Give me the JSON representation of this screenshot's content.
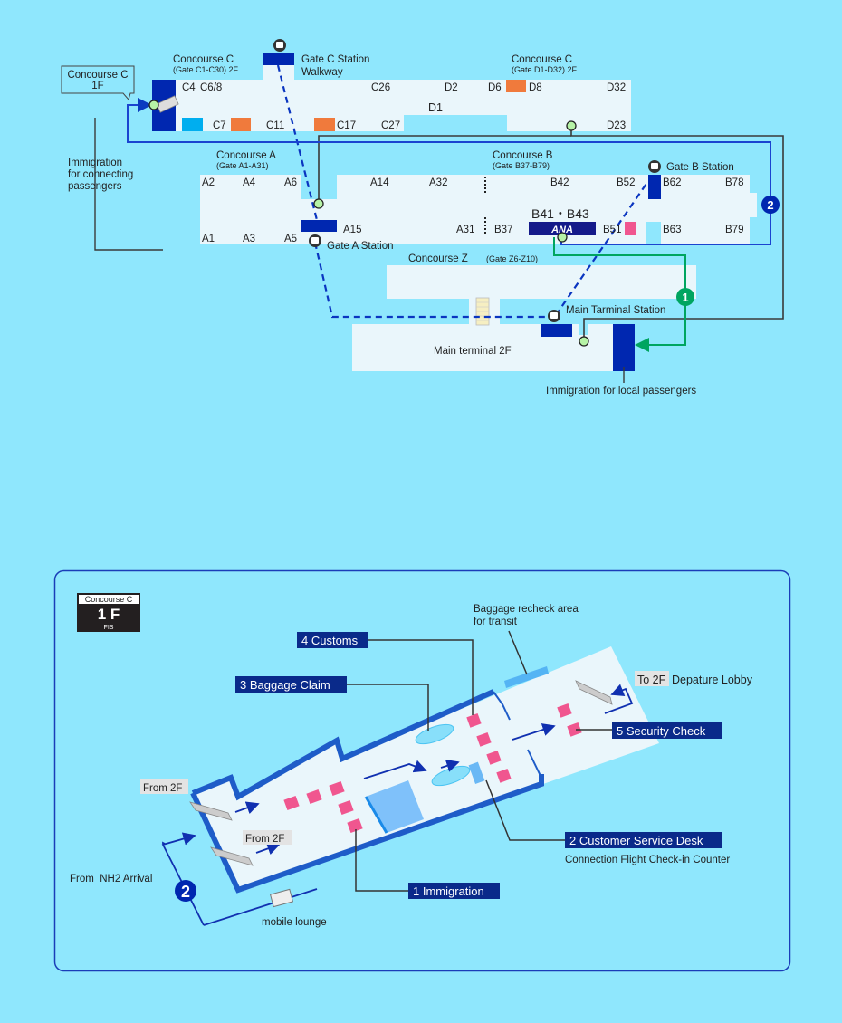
{
  "top_map": {
    "callout_c1f": [
      "Concourse C",
      "1F"
    ],
    "concourse_c_left": {
      "title": "Concourse C",
      "sub": "(Gate C1-C30) 2F"
    },
    "concourse_c_right": {
      "title": "Concourse C",
      "sub": "(Gate D1-D32) 2F"
    },
    "gate_c_station": [
      "Gate C Station",
      "Walkway"
    ],
    "gates_c_top": [
      "C4",
      "C6/8",
      "C26",
      "D2",
      "D6",
      "D8",
      "D32"
    ],
    "gates_c_bottom": [
      "C7",
      "C11",
      "C17",
      "C27",
      "D23"
    ],
    "d1": "D1",
    "immigration_connecting": [
      "Immigration",
      "for connecting",
      "passengers"
    ],
    "concourse_a": {
      "title": "Concourse A",
      "sub": "(Gate A1-A31)"
    },
    "concourse_b": {
      "title": "Concourse B",
      "sub": "(Gate B37-B79)"
    },
    "gates_a_top": [
      "A2",
      "A4",
      "A6",
      "A14",
      "A32",
      "B42",
      "B52",
      "B62",
      "B78"
    ],
    "gates_a_bottom": [
      "A1",
      "A3",
      "A5",
      "A15",
      "A31",
      "B37",
      "B51",
      "B63",
      "B79"
    ],
    "b41_b43": "B41・B43",
    "ana_logo": "ANA",
    "gate_a_station": "Gate A Station",
    "gate_b_station": "Gate B Station",
    "concourse_z": {
      "title": "Concourse Z",
      "sub": "(Gate Z6-Z10)"
    },
    "main_station": "Main Tarminal Station",
    "main_terminal": "Main terminal 2F",
    "immigration_local": "Immigration for local passengers",
    "route_1": "1",
    "route_2": "2"
  },
  "floor_plan": {
    "badge": {
      "top": "Concourse C",
      "floor": "1 F",
      "sub": "FIS"
    },
    "steps": {
      "customs": "4 Customs",
      "baggage_claim": "3 Baggage Claim",
      "immigration": "1 Immigration",
      "service_desk": "2 Customer Service Desk",
      "security": "5 Security Check"
    },
    "service_desk_sub": "Connection Flight Check-in Counter",
    "recheck": [
      "Baggage recheck area",
      "for transit"
    ],
    "to_2f": "To 2F",
    "departure_lobby": "Depature Lobby",
    "from_2f_a": "From 2F",
    "from_2f_b": "From 2F",
    "from_nh2": "From  NH2 Arrival",
    "route_2": "2",
    "mobile_lounge": "mobile lounge"
  },
  "colors": {
    "bg": "#8FE7FD",
    "floor": "#EAF6FB",
    "navy": "#0027B0",
    "green": "#00A560",
    "orange": "#F07A3C",
    "pink": "#F0568F"
  }
}
